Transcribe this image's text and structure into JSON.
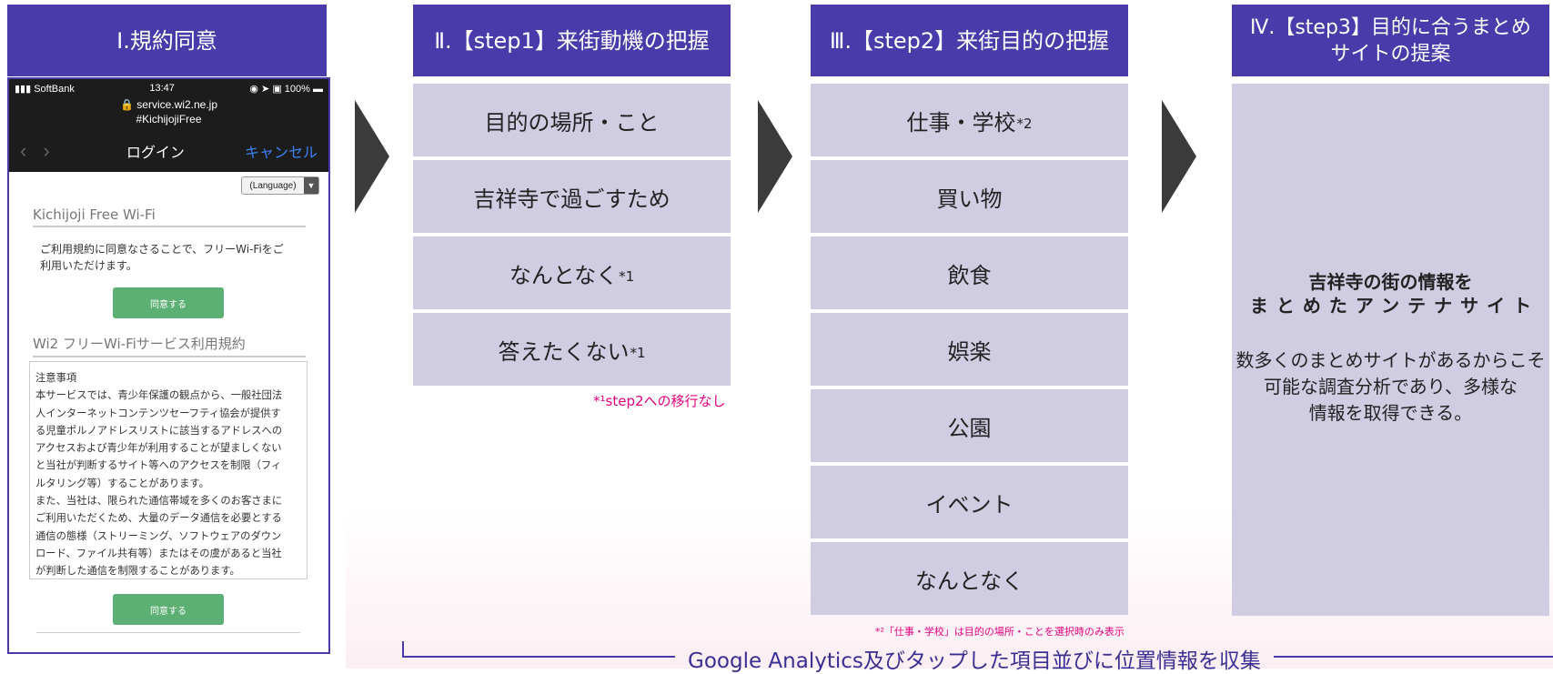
{
  "headers": {
    "col1": "Ⅰ.規約同意",
    "col2": "Ⅱ.【step1】来街動機の把握",
    "col3": "Ⅲ.【step2】来街目的の把握",
    "col4_line1": "Ⅳ.【step3】目的に合うまとめ",
    "col4_line2": "サイトの提案"
  },
  "step1": {
    "items": [
      {
        "label": "目的の場所・こと",
        "mark": ""
      },
      {
        "label": "吉祥寺で過ごすため",
        "mark": ""
      },
      {
        "label": "なんとなく",
        "mark": "*1"
      },
      {
        "label": "答えたくない",
        "mark": "*1"
      }
    ],
    "note": "*¹step2への移行なし"
  },
  "step2": {
    "items": [
      {
        "label": "仕事・学校",
        "mark": "*2"
      },
      {
        "label": "買い物",
        "mark": ""
      },
      {
        "label": "飲食",
        "mark": ""
      },
      {
        "label": "娯楽",
        "mark": ""
      },
      {
        "label": "公園",
        "mark": ""
      },
      {
        "label": "イベント",
        "mark": ""
      },
      {
        "label": "なんとなく",
        "mark": ""
      }
    ],
    "note": "*²「仕事・学校」は目的の場所・ことを選択時のみ表示"
  },
  "step3": {
    "title_line1": "吉祥寺の街の情報を",
    "title_line2": "まとめたアンテナサイト",
    "desc_line1": "数多くのまとめサイトがあるからこそ",
    "desc_line2": "可能な調査分析であり、多様な",
    "desc_line3": "情報を取得できる。"
  },
  "phone": {
    "carrier": "SoftBank",
    "time": "13:47",
    "battery": "100%",
    "url": "service.wi2.ne.jp",
    "ssid": "#KichijojiFree",
    "nav_title": "ログイン",
    "cancel": "キャンセル",
    "language": "(Language)",
    "heading1": "Kichijoji Free Wi-Fi",
    "intro_line1": "ご利用規約に同意なさることで、フリーWi-Fiをご",
    "intro_line2": "利用いただけます。",
    "agree_button": "同意する",
    "heading2": "Wi2 フリーWi-Fiサービス利用規約",
    "terms": [
      "注意事項",
      "本サービスでは、青少年保護の観点から、一般社団法",
      "人インターネットコンテンツセーフティ協会が提供す",
      "る児童ポルノアドレスリストに該当するアドレスへの",
      "アクセスおよび青少年が利用することが望ましくない",
      "と当社が判断するサイト等へのアクセスを制限（フィ",
      "ルタリング等）することがあります。",
      "また、当社は、限られた通信帯域を多くのお客さまに",
      "ご利用いただくため、大量のデータ通信を必要とする",
      "通信の態様（ストリーミング、ソフトウェアのダウン",
      "ロード、ファイル共有等）またはその虞があると当社",
      "が判断した通信を制限することがあります。"
    ],
    "agree_button2": "同意する"
  },
  "footer": "Google Analytics及びタップした項目並びに位置情報を収集"
}
